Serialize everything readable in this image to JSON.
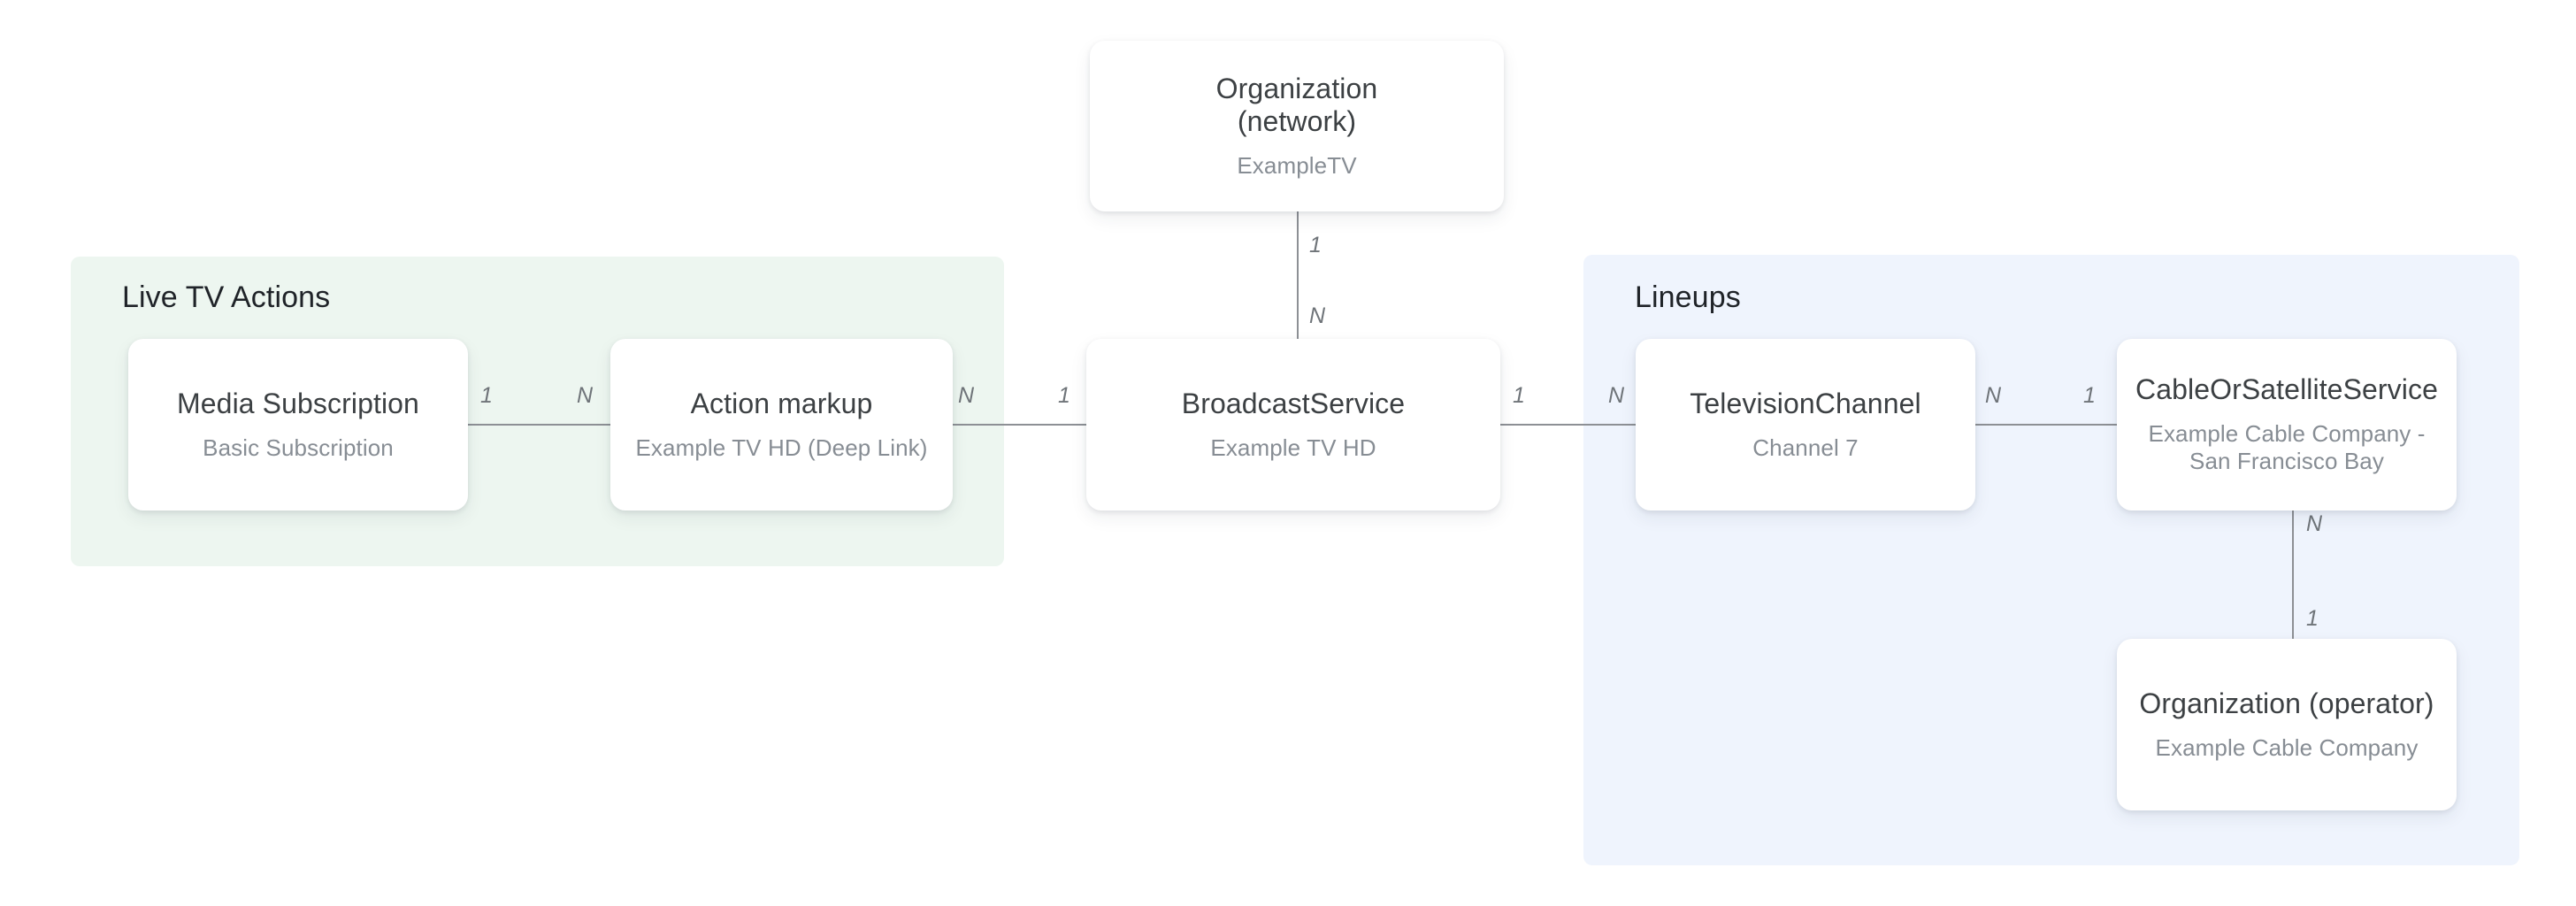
{
  "diagram": {
    "type": "entity-relationship",
    "background_color": "#ffffff",
    "groups": [
      {
        "id": "live-tv-actions",
        "label": "Live TV Actions",
        "color": "#edf6f0"
      },
      {
        "id": "lineups",
        "label": "Lineups",
        "color": "#eff4fd"
      }
    ],
    "nodes": [
      {
        "id": "organization-network",
        "title_line1": "Organization",
        "title_line2": "(network)",
        "subtitle": "ExampleTV"
      },
      {
        "id": "media-subscription",
        "title_line1": "Media Subscription",
        "subtitle": "Basic Subscription"
      },
      {
        "id": "action-markup",
        "title_line1": "Action markup",
        "subtitle": "Example TV HD (Deep Link)"
      },
      {
        "id": "broadcast-service",
        "title_line1": "BroadcastService",
        "subtitle": "Example TV HD"
      },
      {
        "id": "television-channel",
        "title_line1": "TelevisionChannel",
        "subtitle": "Channel 7"
      },
      {
        "id": "cable-or-satellite-service",
        "title_line1": "CableOrSatelliteService",
        "subtitle_line1": "Example Cable Company -",
        "subtitle_line2": "San Francisco Bay"
      },
      {
        "id": "organization-operator",
        "title_line1": "Organization (operator)",
        "subtitle": "Example Cable Company"
      }
    ],
    "edges": [
      {
        "id": "media-subscription--action-markup",
        "source": "media-subscription",
        "target": "action-markup",
        "source_cardinality": "1",
        "target_cardinality": "N",
        "orientation": "horizontal"
      },
      {
        "id": "action-markup--broadcast-service",
        "source": "action-markup",
        "target": "broadcast-service",
        "source_cardinality": "N",
        "target_cardinality": "1",
        "orientation": "horizontal"
      },
      {
        "id": "organization-network--broadcast-service",
        "source": "organization-network",
        "target": "broadcast-service",
        "source_cardinality": "1",
        "target_cardinality": "N",
        "orientation": "vertical"
      },
      {
        "id": "broadcast-service--television-channel",
        "source": "broadcast-service",
        "target": "television-channel",
        "source_cardinality": "1",
        "target_cardinality": "N",
        "orientation": "horizontal"
      },
      {
        "id": "television-channel--cable-or-satellite-service",
        "source": "television-channel",
        "target": "cable-or-satellite-service",
        "source_cardinality": "N",
        "target_cardinality": "1",
        "orientation": "horizontal"
      },
      {
        "id": "cable-or-satellite-service--organization-operator",
        "source": "cable-or-satellite-service",
        "target": "organization-operator",
        "source_cardinality": "N",
        "target_cardinality": "1",
        "orientation": "vertical"
      }
    ]
  }
}
